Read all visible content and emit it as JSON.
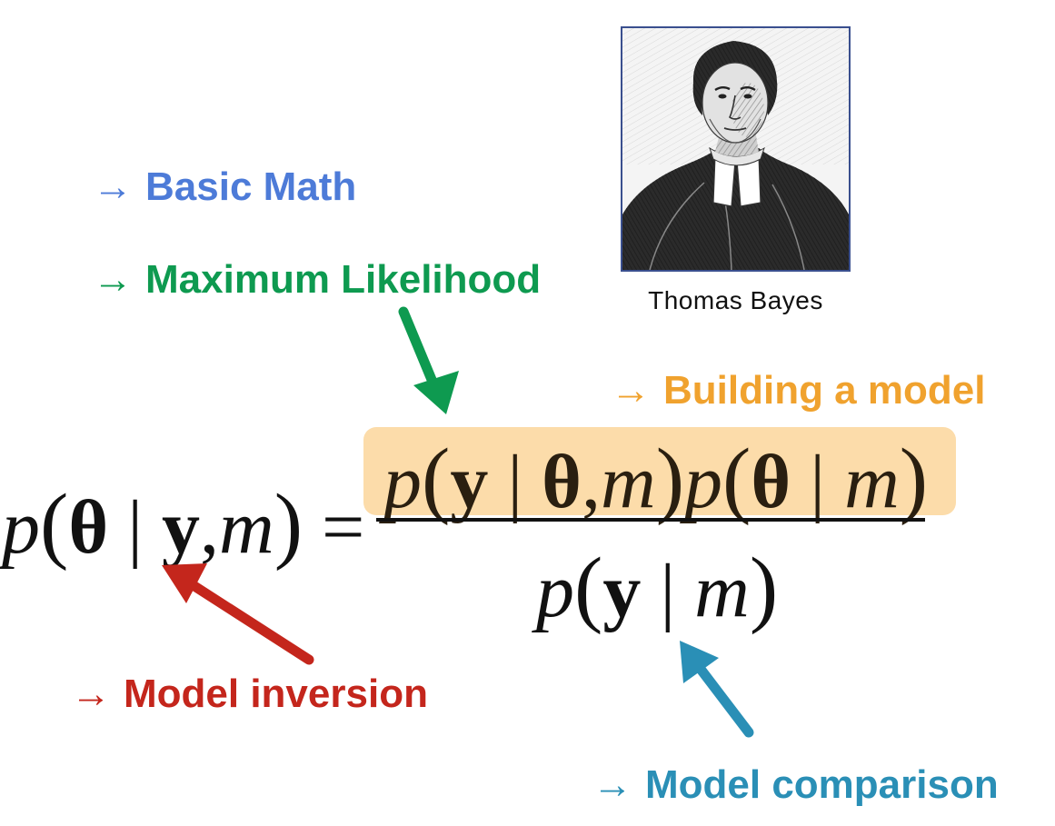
{
  "labels": {
    "basic_math": "Basic Math",
    "maximum_likelihood": "Maximum Likelihood",
    "building_model": "Building a model",
    "model_inversion": "Model inversion",
    "model_comparison": "Model comparison",
    "arrow_glyph": "→"
  },
  "portrait": {
    "caption": "Thomas Bayes"
  },
  "equation": {
    "lhs": {
      "p": "p",
      "open": "(",
      "theta": "θ",
      "bar": "|",
      "y": "y",
      "comma": ",",
      "m": "m",
      "close": ")",
      "equals": "="
    },
    "numerator": {
      "p1": "p",
      "open1": "(",
      "y": "y",
      "bar1": "|",
      "theta1": "θ",
      "comma": ",",
      "m1": "m",
      "close1": ")",
      "p2": "p",
      "open2": "(",
      "theta2": "θ",
      "bar2": "|",
      "m2": "m",
      "close2": ")"
    },
    "denominator": {
      "p": "p",
      "open": "(",
      "y": "y",
      "bar": "|",
      "m": "m",
      "close": ")"
    }
  },
  "colors": {
    "basic_math": "#4d7bd8",
    "maximum_likelihood": "#0e9a50",
    "building_model": "#f0a22e",
    "model_inversion": "#c4261c",
    "model_comparison": "#2a8fb6",
    "highlight_fill": "#fcdcaa"
  }
}
